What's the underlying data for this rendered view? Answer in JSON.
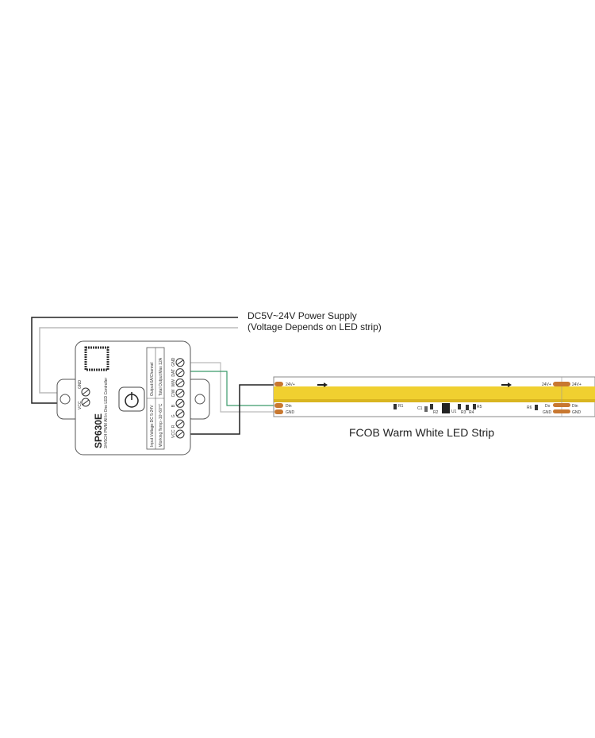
{
  "power_supply": {
    "line1": "DC5V~24V Power Supply",
    "line2": "(Voltage Depends on LED strip)"
  },
  "controller": {
    "model": "SP630E",
    "subtitle": "3/4/5CH PWM All In One LED Controller",
    "spec_input": "Input Voltage:DC 5-24V",
    "spec_temp": "Working Temp:-10~60°C",
    "spec_output": "Output:6A/Channel",
    "spec_total": "Total Output:Max 12A",
    "power_terminals": [
      "VCC",
      "GND"
    ],
    "output_terminals": [
      "VCC",
      "R",
      "G",
      "B",
      "C/W",
      "WW",
      "DAT",
      "GND"
    ]
  },
  "strip": {
    "title": "FCOB Warm White LED Strip",
    "pad_labels": {
      "vplus": "24V+",
      "din": "Din",
      "gnd": "GND",
      "dout": "Do"
    },
    "component_labels": [
      "R1",
      "C1",
      "R2",
      "U1",
      "R3",
      "R4",
      "R5",
      "R6"
    ],
    "colors": {
      "yellow": "#f0d030",
      "pad": "#c87830",
      "wire_green": "#3a9a6a",
      "wire_gray": "#bbbbbb",
      "wire_black": "#222222"
    }
  }
}
